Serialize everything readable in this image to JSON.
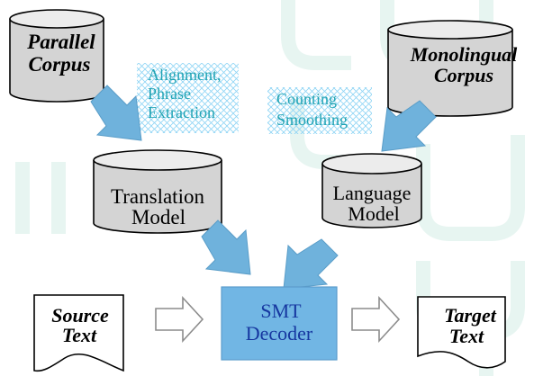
{
  "nodes": {
    "parallel_corpus": {
      "line1": "Parallel",
      "line2": "Corpus"
    },
    "monolingual_corpus": {
      "line1": "Monolingual",
      "line2": "Corpus"
    },
    "translation_model": {
      "line1": "Translation",
      "line2": "Model"
    },
    "language_model": {
      "line1": "Language",
      "line2": "Model"
    },
    "source_text": {
      "line1": "Source",
      "line2": "Text"
    },
    "smt_decoder": {
      "line1": "SMT",
      "line2": "Decoder"
    },
    "target_text": {
      "line1": "Target",
      "line2": "Text"
    }
  },
  "processes": {
    "alignment": {
      "line1": "Alignment,",
      "line2": "Phrase",
      "line3": "Extraction"
    },
    "counting": {
      "line1": "Counting",
      "line2": "Smoothing"
    }
  },
  "colors": {
    "watermark": "#e7f5f1",
    "cylinder_fill": "#d4d4d4",
    "cylinder_top": "#ececec",
    "arrow_blue": "#6fb2dc",
    "process_text": "#20a3b3",
    "decoder_fill": "#71b6e4",
    "decoder_text": "#1637a0",
    "ink": "#000000"
  }
}
